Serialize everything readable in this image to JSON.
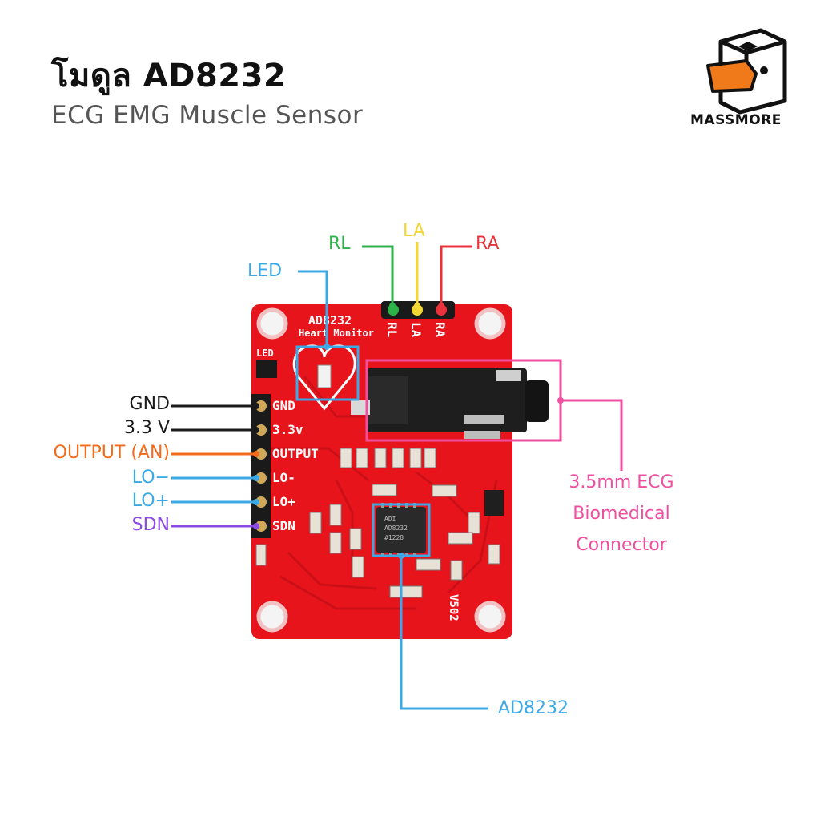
{
  "header": {
    "title": "โมดูล AD8232",
    "subtitle": "ECG EMG Muscle Sensor"
  },
  "brand": {
    "name": "MASSMORE",
    "accent": "#f07a1a"
  },
  "board": {
    "color": "#e8141c",
    "silk_title": "AD8232",
    "silk_subtitle": "Heart Monitor",
    "silk_led": "LED",
    "silk_rl": "RL",
    "silk_la": "LA",
    "silk_ra": "RA",
    "silk_version": "V502",
    "chip_marking": [
      "ADI",
      "AD8232",
      "#1228"
    ],
    "pin_silk": [
      "GND",
      "3.3v",
      "OUTPUT",
      "LO-",
      "LO+",
      "SDN"
    ]
  },
  "callouts": {
    "rl": {
      "text": "RL",
      "color": "#2db34a"
    },
    "la": {
      "text": "LA",
      "color": "#f2d735"
    },
    "ra": {
      "text": "RA",
      "color": "#e8323c"
    },
    "led": {
      "text": "LED",
      "color": "#3aa9e6"
    },
    "gnd": {
      "text": "GND",
      "color": "#1a1a1a"
    },
    "v33": {
      "text": "3.3 V",
      "color": "#1a1a1a"
    },
    "output": {
      "text": "OUTPUT (AN)",
      "color": "#f26a1b"
    },
    "lo_minus": {
      "text": "LO−",
      "color": "#3aa9e6"
    },
    "lo_plus": {
      "text": "LO+",
      "color": "#3aa9e6"
    },
    "sdn": {
      "text": "SDN",
      "color": "#8b4ae6"
    },
    "connector_line1": "3.5mm ECG",
    "connector_line2": "Biomedical",
    "connector_line3": "Connector",
    "connector_color": "#f04fa0",
    "chip": {
      "text": "AD8232",
      "color": "#3aa9e6"
    }
  }
}
